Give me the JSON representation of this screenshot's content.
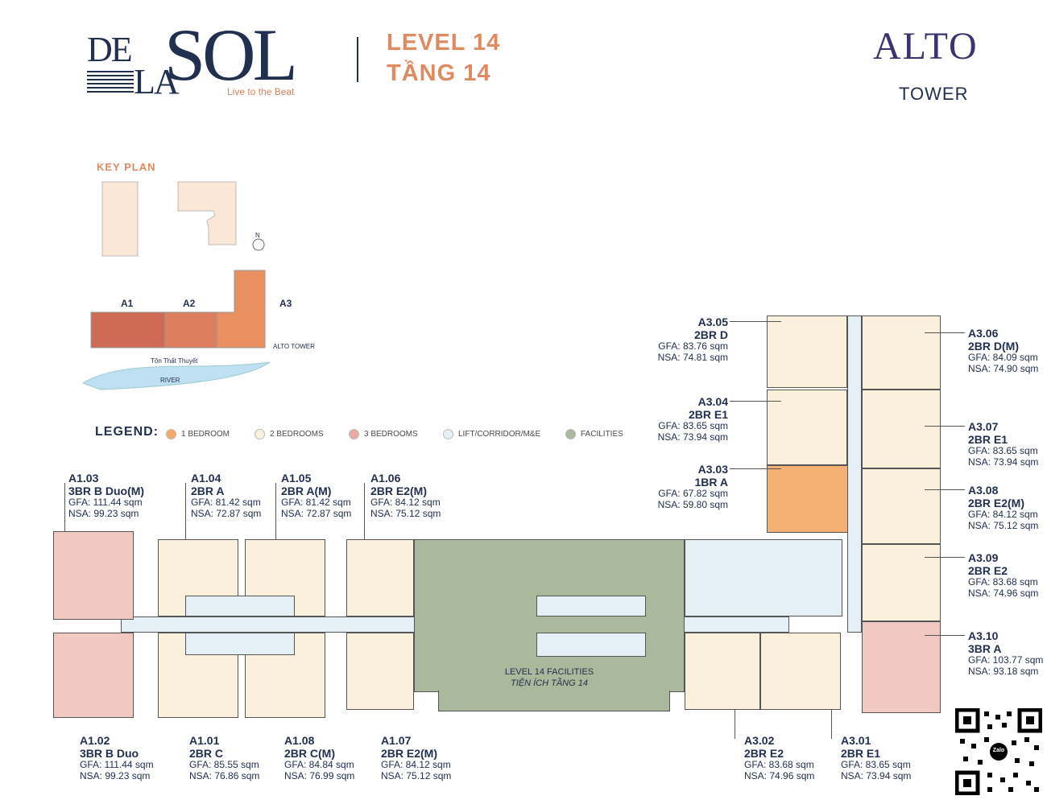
{
  "header": {
    "logo_de": "DE",
    "logo_la": "LA",
    "logo_sol": "SOL",
    "logo_tagline": "Live to the Beat",
    "level_en": "LEVEL 14",
    "level_vi": "TẦNG 14",
    "alto_logo": "ALTO",
    "tower_label": "TOWER"
  },
  "key_plan": {
    "title": "KEY PLAN",
    "blocks": [
      "A1",
      "A2",
      "A3"
    ],
    "alto_tower": "ALTO TOWER",
    "street": "Tôn Thất Thuyết",
    "river": "RIVER",
    "north": "N"
  },
  "legend": {
    "title": "LEGEND:",
    "items": [
      {
        "label": "1 BEDROOM",
        "color": "#f5a868"
      },
      {
        "label": "2 BEDROOMS",
        "color": "#fbf0db"
      },
      {
        "label": "3 BEDROOMS",
        "color": "#e9aaa6"
      },
      {
        "label": "LIFT/CORRIDOR/M&E",
        "color": "#e5f0f6"
      },
      {
        "label": "FACILITIES",
        "color": "#aab99b"
      }
    ]
  },
  "units": {
    "a103": {
      "code": "A1.03",
      "type": "3BR B Duo(M)",
      "gfa": "GFA: 111.44 sqm",
      "nsa": "NSA: 99.23 sqm"
    },
    "a104": {
      "code": "A1.04",
      "type": "2BR A",
      "gfa": "GFA: 81.42 sqm",
      "nsa": "NSA: 72.87 sqm"
    },
    "a105": {
      "code": "A1.05",
      "type": "2BR A(M)",
      "gfa": "GFA: 81.42 sqm",
      "nsa": "NSA: 72.87 sqm"
    },
    "a106": {
      "code": "A1.06",
      "type": "2BR E2(M)",
      "gfa": "GFA: 84.12 sqm",
      "nsa": "NSA: 75.12 sqm"
    },
    "a102": {
      "code": "A1.02",
      "type": "3BR B Duo",
      "gfa": "GFA: 111.44 sqm",
      "nsa": "NSA: 99.23 sqm"
    },
    "a101": {
      "code": "A1.01",
      "type": "2BR C",
      "gfa": "GFA: 85.55 sqm",
      "nsa": "NSA: 76.86 sqm"
    },
    "a108": {
      "code": "A1.08",
      "type": "2BR C(M)",
      "gfa": "GFA: 84.84 sqm",
      "nsa": "NSA: 76.99 sqm"
    },
    "a107": {
      "code": "A1.07",
      "type": "2BR E2(M)",
      "gfa": "GFA: 84.12 sqm",
      "nsa": "NSA: 75.12 sqm"
    },
    "a305": {
      "code": "A3.05",
      "type": "2BR D",
      "gfa": "GFA: 83.76 sqm",
      "nsa": "NSA: 74.81 sqm"
    },
    "a304": {
      "code": "A3.04",
      "type": "2BR E1",
      "gfa": "GFA: 83.65 sqm",
      "nsa": "NSA: 73.94 sqm"
    },
    "a303": {
      "code": "A3.03",
      "type": "1BR A",
      "gfa": "GFA: 67.82 sqm",
      "nsa": "NSA: 59.80 sqm"
    },
    "a306": {
      "code": "A3.06",
      "type": "2BR D(M)",
      "gfa": "GFA: 84.09 sqm",
      "nsa": "NSA: 74.90 sqm"
    },
    "a307": {
      "code": "A3.07",
      "type": "2BR E1",
      "gfa": "GFA: 83.65 sqm",
      "nsa": "NSA: 73.94 sqm"
    },
    "a308": {
      "code": "A3.08",
      "type": "2BR E2(M)",
      "gfa": "GFA: 84.12 sqm",
      "nsa": "NSA: 75.12 sqm"
    },
    "a309": {
      "code": "A3.09",
      "type": "2BR E2",
      "gfa": "GFA: 83.68 sqm",
      "nsa": "NSA: 74.96 sqm"
    },
    "a310": {
      "code": "A3.10",
      "type": "3BR A",
      "gfa": "GFA: 103.77 sqm",
      "nsa": "NSA: 93.18 sqm"
    },
    "a302": {
      "code": "A3.02",
      "type": "2BR E2",
      "gfa": "GFA: 83.68 sqm",
      "nsa": "NSA: 74.96 sqm"
    },
    "a301": {
      "code": "A3.01",
      "type": "2BR E1",
      "gfa": "GFA: 83.65 sqm",
      "nsa": "NSA: 73.94 sqm"
    }
  },
  "facilities": {
    "label_en": "LEVEL 14 FACILITIES",
    "label_vi": "TIỆN ÍCH TẦNG 14"
  },
  "qr": {
    "badge": "Zalo"
  }
}
